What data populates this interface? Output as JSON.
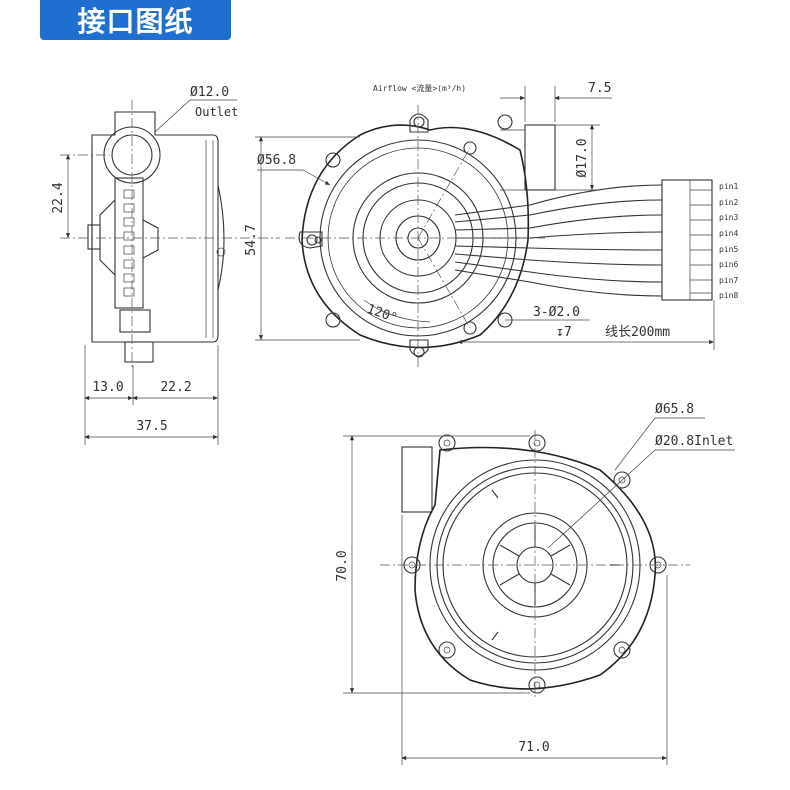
{
  "title": "接口图纸",
  "colors": {
    "title_bg": "#1f6fd1",
    "title_text": "#ffffff",
    "line": "#333333"
  },
  "side_view": {
    "outlet_dia": "Ø12.0",
    "outlet_label": "Outlet",
    "height_offset": "22.4",
    "dim_13": "13.0",
    "dim_22_2": "22.2",
    "dim_37_5": "37.5"
  },
  "front_view": {
    "airflow": "Airflow <流量>(m³/h)",
    "dim_7_5": "7.5",
    "dia_56_8": "Ø56.8",
    "height_54_7": "54.7",
    "outlet_17": "Ø17.0",
    "angle": "120°",
    "holes": "3-Ø2.0",
    "depth": "↧7",
    "cable": "线长200mm",
    "pins": [
      "pin1",
      "pin2",
      "pin3",
      "pin4",
      "pin5",
      "pin6",
      "pin7",
      "pin8"
    ]
  },
  "bottom_view": {
    "dia_65_8": "Ø65.8",
    "inlet": "Ø20.8Inlet",
    "height_70": "70.0",
    "width_71": "71.0"
  }
}
